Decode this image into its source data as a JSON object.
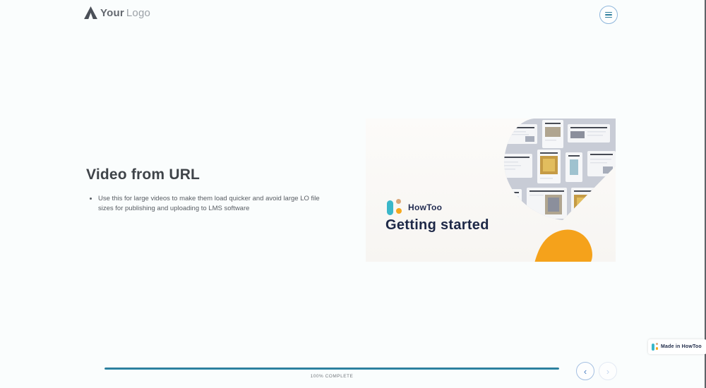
{
  "header": {
    "logo": {
      "icon": "logo-mark-chevron",
      "name_bold": "Your",
      "name_light": "Logo"
    },
    "menu": {
      "icon": "hamburger-menu-icon"
    }
  },
  "content": {
    "title": "Video from URL",
    "bullet": "Use this for large videos to make them load quicker and avoid large LO file sizes for publishing and uploading to LMS software"
  },
  "video_card": {
    "brand": "HowToo",
    "brand_icon": "howtoo-logo-icon",
    "title": "Getting started",
    "art": "screenshots-collage-and-orange-blob"
  },
  "footer": {
    "progress_percent": "100",
    "progress_label": "100% COMPLETE",
    "prev_glyph": "‹",
    "next_glyph": "›"
  },
  "badge": {
    "icon": "howtoo-logo-icon",
    "label": "Made in HowToo"
  },
  "colors": {
    "accent_teal": "#2E86A5",
    "brand_teal": "#3AB7C9",
    "brand_orange": "#F5A81C",
    "brand_tan": "#D8A87C",
    "navy": "#1D2847",
    "nav_blue": "#4E82C4",
    "collage_bg": "#C8CCD6"
  }
}
